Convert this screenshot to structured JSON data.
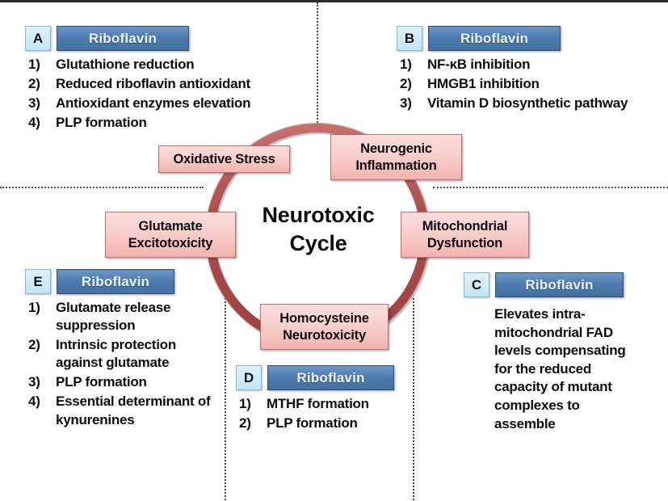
{
  "figure": {
    "center_title_line1": "Neurotoxic",
    "center_title_line2": "Cycle",
    "ring_color": "#b0504f",
    "node_fill": "#f6c9c6",
    "node_border": "#b86e6b",
    "riboflavin_fill": "#4d7ab0",
    "badge_fill": "#c2e6f6",
    "divider_color": "#4a4a4a"
  },
  "cycle_nodes": [
    {
      "id": "oxidative-stress",
      "label": "Oxidative Stress"
    },
    {
      "id": "neurogenic-inflammation",
      "line1": "Neurogenic",
      "line2": "Inflammation"
    },
    {
      "id": "mitochondrial-dysfunction",
      "line1": "Mitochondrial",
      "line2": "Dysfunction"
    },
    {
      "id": "homocysteine-neurotoxicity",
      "line1": "Homocysteine",
      "line2": "Neurotoxicity"
    },
    {
      "id": "glutamate-excitotoxicity",
      "line1": "Glutamate",
      "line2": "Excitotoxicity"
    }
  ],
  "panels": {
    "A": {
      "letter": "A",
      "title": "Riboflavin",
      "items": [
        "Glutathione reduction",
        "Reduced riboflavin antioxidant",
        "Antioxidant enzymes elevation",
        "PLP formation"
      ]
    },
    "B": {
      "letter": "B",
      "title": "Riboflavin",
      "items": [
        "NF-κB inhibition",
        "HMGB1 inhibition",
        "Vitamin D biosynthetic pathway"
      ]
    },
    "C": {
      "letter": "C",
      "title": "Riboflavin",
      "paragraph": "Elevates intra-mitochondrial FAD levels compensating for the reduced capacity of mutant complexes to assemble"
    },
    "D": {
      "letter": "D",
      "title": "Riboflavin",
      "items": [
        "MTHF formation",
        "PLP formation"
      ]
    },
    "E": {
      "letter": "E",
      "title": "Riboflavin",
      "items": [
        "Glutamate release suppression",
        "Intrinsic protection against glutamate",
        "PLP formation",
        "Essential determinant of kynurenines"
      ]
    }
  }
}
